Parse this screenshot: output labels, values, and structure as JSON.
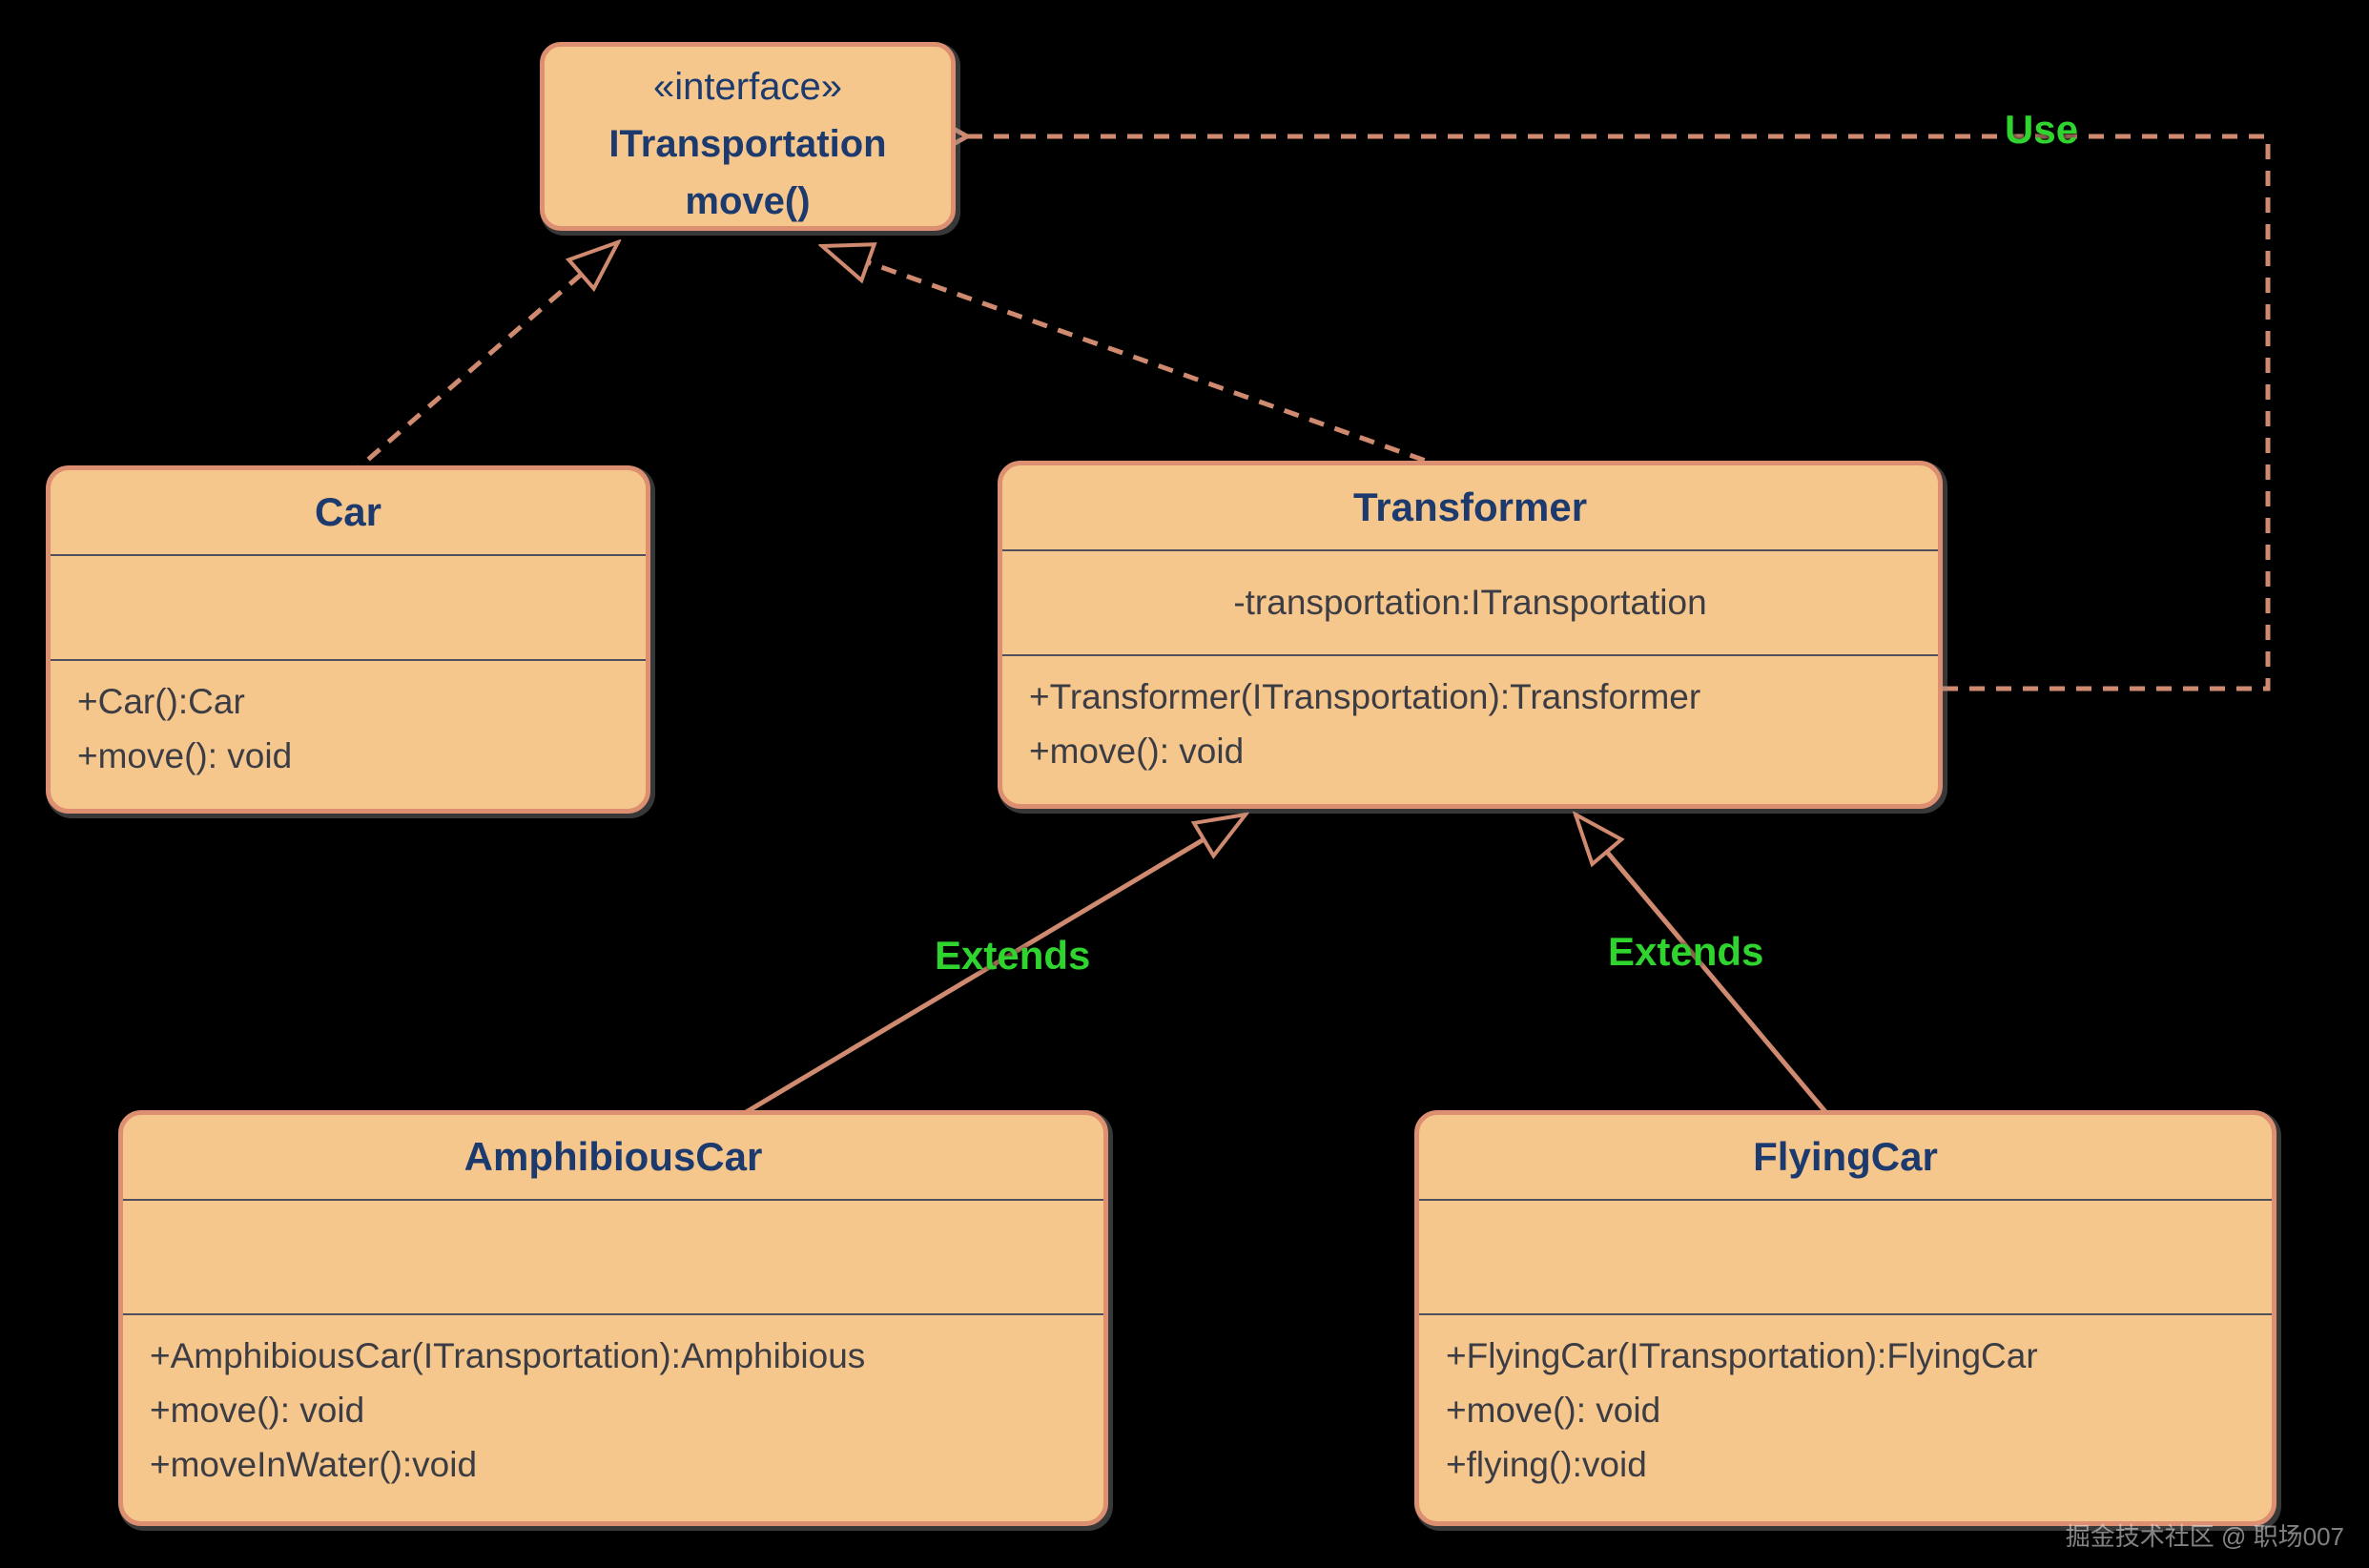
{
  "diagram_title": "Decorator/Bridge style UML class diagram",
  "colors": {
    "background": "#000000",
    "box_fill": "#f5c78c",
    "box_border": "#dd8f72",
    "line": "#cf8a70",
    "title_text": "#1c3a6e",
    "body_text": "#3c3c44",
    "edge_label_green": "#2fd42f"
  },
  "interface": {
    "stereotype": "«interface»",
    "name": "ITransportation",
    "method": "move()"
  },
  "classes": {
    "car": {
      "title": "Car",
      "attributes": [],
      "methods": [
        "+Car():Car",
        "+move(): void"
      ]
    },
    "transformer": {
      "title": "Transformer",
      "attributes": [
        "-transportation:ITransportation"
      ],
      "methods": [
        "+Transformer(ITransportation):Transformer",
        "+move(): void"
      ]
    },
    "amphibious": {
      "title": "AmphibiousCar",
      "attributes": [],
      "methods": [
        "+AmphibiousCar(ITransportation):Amphibious",
        "+move(): void",
        "+moveInWater():void"
      ]
    },
    "flying": {
      "title": "FlyingCar",
      "attributes": [],
      "methods": [
        "+FlyingCar(ITransportation):FlyingCar",
        "+move(): void",
        "+flying():void"
      ]
    }
  },
  "relationships": {
    "use_label": "Use",
    "extends_left_label": "Extends",
    "extends_right_label": "Extends",
    "edges": [
      {
        "from": "Car",
        "to": "ITransportation",
        "type": "realization-dashed-hollow-triangle"
      },
      {
        "from": "Transformer",
        "to": "ITransportation",
        "type": "realization-dashed-hollow-triangle"
      },
      {
        "from": "Transformer",
        "to": "ITransportation",
        "type": "dependency-dashed-open-arrow",
        "label": "Use"
      },
      {
        "from": "AmphibiousCar",
        "to": "Transformer",
        "type": "generalization-solid-hollow-triangle",
        "label": "Extends"
      },
      {
        "from": "FlyingCar",
        "to": "Transformer",
        "type": "generalization-solid-hollow-triangle",
        "label": "Extends"
      }
    ]
  },
  "watermark": "掘金技术社区 @ 职场007"
}
